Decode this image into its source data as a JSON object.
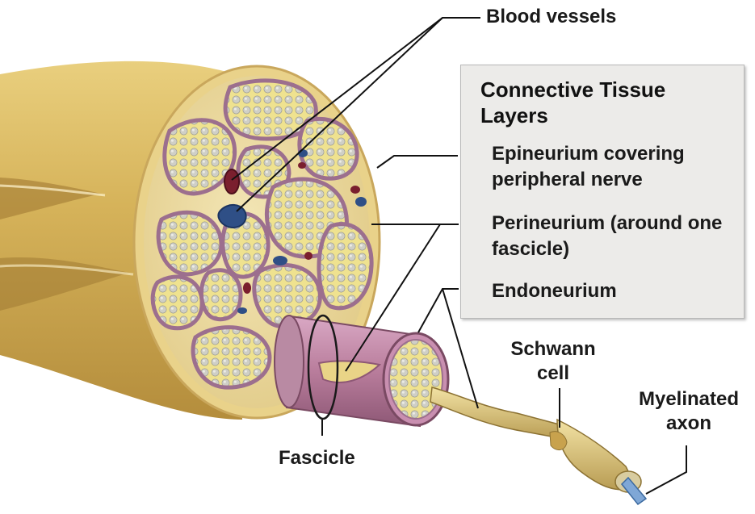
{
  "labels": {
    "blood_vessels": "Blood vessels",
    "fascicle": "Fascicle",
    "schwann_cell": "Schwann\ncell",
    "myelinated_axon": "Myelinated\naxon"
  },
  "legend": {
    "title": "Connective Tissue Layers",
    "items": [
      "Epineurium covering peripheral nerve",
      "Perineurium (around one fascicle)",
      "Endoneurium"
    ]
  },
  "colors": {
    "epineurium": "#d9b75a",
    "fascicle_fill": "#efe08a",
    "perineurium": "#a8738e",
    "vessel_artery": "#7a1f2e",
    "vessel_vein": "#2f4f86",
    "axon_dot": "#c9c9c1"
  }
}
